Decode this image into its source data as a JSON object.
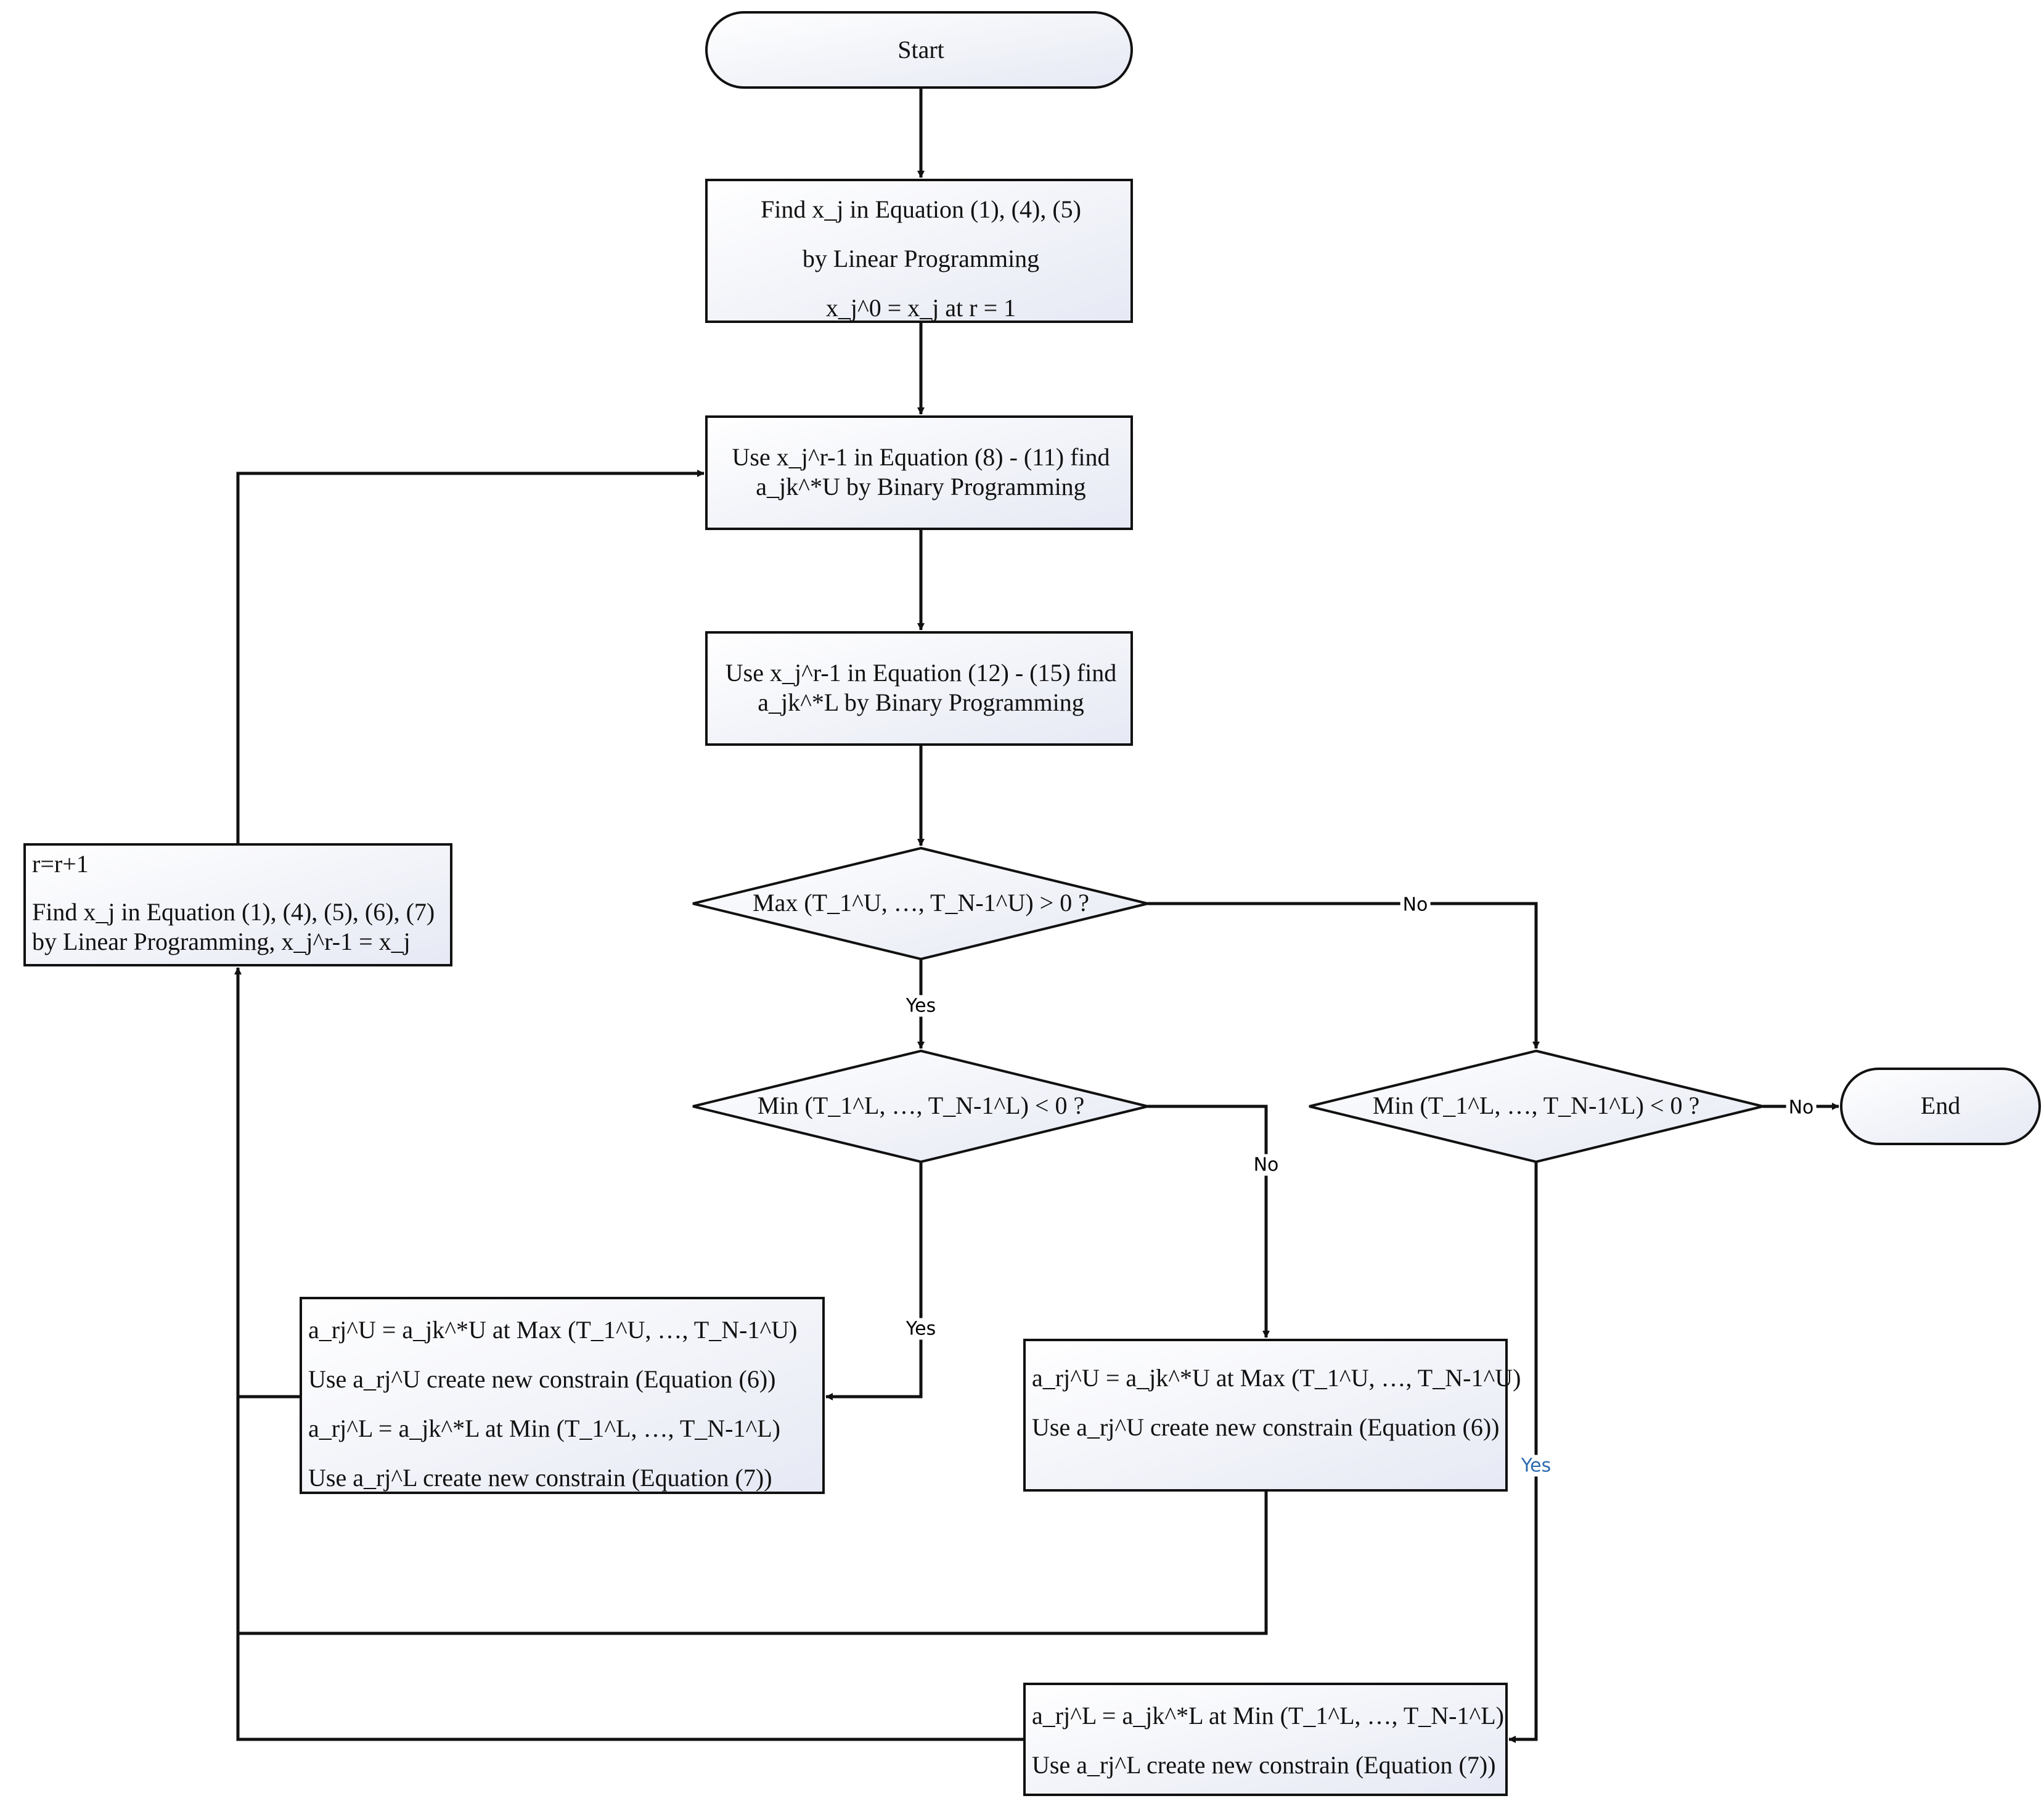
{
  "nodes": {
    "start": "Start",
    "end": "End",
    "find_x": [
      "Find x_j in Equation (1), (4), (5)",
      "by Linear Programming",
      "x_j^0 = x_j at r = 1"
    ],
    "use_u": [
      "Use x_j^r-1 in Equation (8) - (11) find",
      "a_jk^*U by Binary Programming"
    ],
    "use_l": [
      "Use x_j^r-1 in Equation (12) - (15) find",
      "a_jk^*L by Binary Programming"
    ],
    "update": [
      "r=r+1",
      "Find x_j in Equation (1), (4), (5), (6), (7)",
      "by Linear Programming, x_j^r-1 = x_j"
    ],
    "decision_max": "Max (T_1^U, …, T_N-1^U) > 0 ?",
    "decision_min_left": "Min (T_1^L, …, T_N-1^L) < 0 ?",
    "decision_min_right": "Min (T_1^L, …, T_N-1^L) < 0 ?",
    "box_both": [
      "a_rj^U = a_jk^*U at Max (T_1^U, …, T_N-1^U)",
      "Use a_rj^U create new constrain (Equation (6))",
      "a_rj^L = a_jk^*L at Min (T_1^L, …, T_N-1^L)",
      "Use a_rj^L create new constrain (Equation (7))"
    ],
    "box_upper": [
      "a_rj^U = a_jk^*U at Max (T_1^U, …, T_N-1^U)",
      "Use a_rj^U create new constrain (Equation (6))"
    ],
    "box_lower": [
      "a_rj^L = a_jk^*L at Min (T_1^L, …, T_N-1^L)",
      "Use a_rj^L create new constrain (Equation (7))"
    ]
  },
  "edge_labels": {
    "max_no": "No",
    "max_yes": "Yes",
    "min_left_no": "No",
    "min_left_yes": "Yes",
    "min_right_no": "No",
    "min_right_yes": "Yes"
  },
  "colors": {
    "stroke": "#111111",
    "fill_top": "#ffffff",
    "fill_bottom": "#e8eaf4",
    "yes_label_accent": "#2e6bb0"
  }
}
